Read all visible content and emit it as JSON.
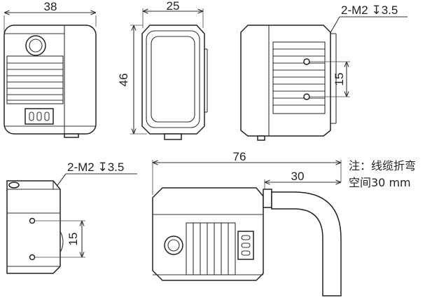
{
  "dimensions": {
    "front_width": "38",
    "side_width": "25",
    "height": "46",
    "hole_spacing_right": "15",
    "hole_spacing_left": "15",
    "total_length": "76",
    "cable_bend": "30"
  },
  "callouts": {
    "mount_holes_top": "2-M2 ↧3.5",
    "mount_holes_left": "2-M2 ↧3.5"
  },
  "note": {
    "line1": "注：线缆折弯",
    "line2": "空间30 mm"
  }
}
